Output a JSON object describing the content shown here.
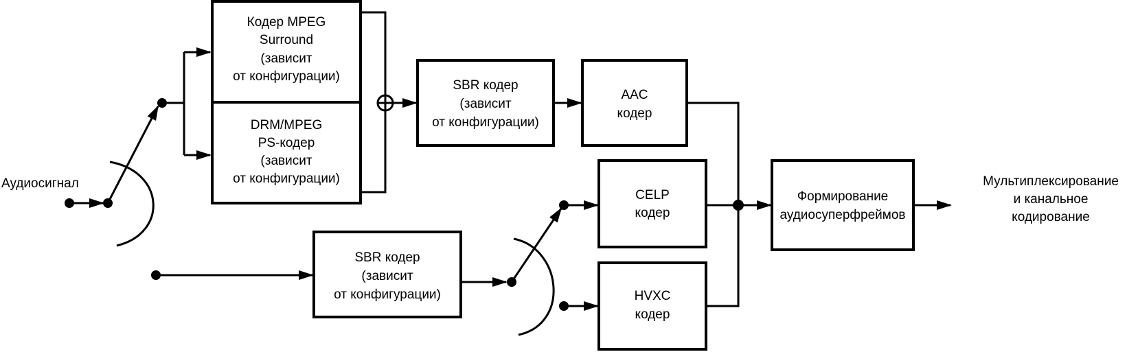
{
  "diagram": {
    "input_label": "Аудиосигнал",
    "output_label": [
      "Мультиплексирование",
      "и канальное",
      "кодирование"
    ],
    "blocks": {
      "mpeg_surround": [
        "Кодер MPEG",
        "Surround",
        "(зависит",
        "от конфигурации)"
      ],
      "drm_ps": [
        "DRM/MPEG",
        "PS-кодер",
        "(зависит",
        "от конфигурации)"
      ],
      "sbr_top": [
        "SBR кодер",
        "(зависит",
        "от конфигурации)"
      ],
      "aac": [
        "AAC",
        "кодер"
      ],
      "celp": [
        "CELP",
        "кодер"
      ],
      "hvxc": [
        "HVXC",
        "кодер"
      ],
      "sbr_bottom": [
        "SBR кодер",
        "(зависит",
        "от конфигурации)"
      ],
      "superframe": [
        "Формирование",
        "аудиосуперфреймов"
      ]
    },
    "colors": {
      "stroke": "#000000",
      "background": "#ffffff"
    }
  }
}
